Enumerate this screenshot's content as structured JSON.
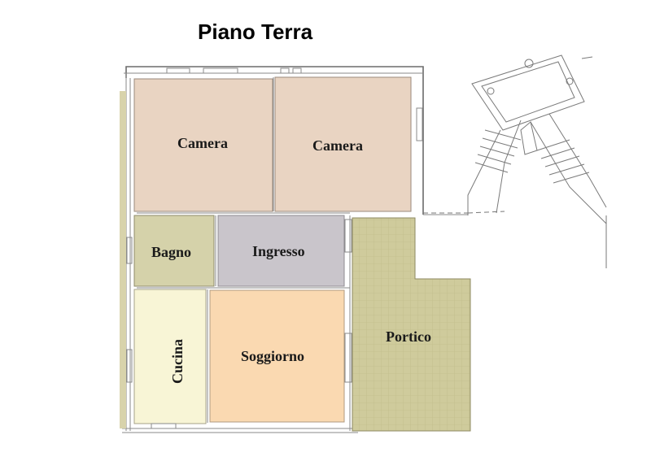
{
  "title": "Piano Terra",
  "rooms": {
    "camera_left": "Camera",
    "camera_right": "Camera",
    "bagno": "Bagno",
    "ingresso": "Ingresso",
    "cucina": "Cucina",
    "soggiorno": "Soggiorno",
    "portico": "Portico"
  },
  "colors": {
    "camera": "#e9d4c2",
    "bagno": "#d5d2aa",
    "ingresso": "#c9c5cb",
    "cucina": "#f8f5d6",
    "soggiorno": "#fad9b1",
    "portico": "#cfcb9c",
    "side_strip": "#d8d3ab"
  }
}
